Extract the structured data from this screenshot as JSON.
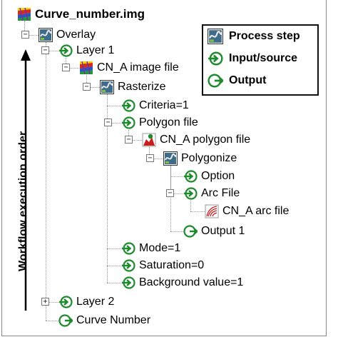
{
  "root": {
    "label": "Curve_number.img",
    "icon": "raster-file-icon"
  },
  "tree": [
    {
      "label": "Overlay",
      "icon": "process-step-icon",
      "toggle": "minus"
    },
    {
      "label": "Layer 1",
      "icon": "input-source-icon",
      "toggle": "minus"
    },
    {
      "label": "CN_A image file",
      "icon": "raster-file-icon",
      "toggle": "minus"
    },
    {
      "label": "Rasterize",
      "icon": "process-step-icon",
      "toggle": "minus"
    },
    {
      "label": "Criteria=1",
      "icon": "input-source-icon",
      "toggle": ""
    },
    {
      "label": "Polygon file",
      "icon": "input-source-icon",
      "toggle": "minus"
    },
    {
      "label": "CN_A polygon file",
      "icon": "polygon-file-icon",
      "toggle": "minus"
    },
    {
      "label": "Polygonize",
      "icon": "process-step-icon",
      "toggle": "minus"
    },
    {
      "label": "Option",
      "icon": "input-source-icon",
      "toggle": ""
    },
    {
      "label": "Arc File",
      "icon": "input-source-icon",
      "toggle": "minus"
    },
    {
      "label": "CN_A arc file",
      "icon": "arc-file-icon",
      "toggle": ""
    },
    {
      "label": "Output 1",
      "icon": "output-icon",
      "toggle": ""
    },
    {
      "label": "Mode=1",
      "icon": "input-source-icon",
      "toggle": ""
    },
    {
      "label": "Saturation=0",
      "icon": "input-source-icon",
      "toggle": ""
    },
    {
      "label": "Background value=1",
      "icon": "input-source-icon",
      "toggle": ""
    },
    {
      "label": "Layer 2",
      "icon": "input-source-icon",
      "toggle": "plus"
    },
    {
      "label": "Curve Number",
      "icon": "output-icon",
      "toggle": ""
    }
  ],
  "legend": [
    {
      "label": "Process step",
      "icon": "process-step-icon"
    },
    {
      "label": "Input/source",
      "icon": "input-source-icon"
    },
    {
      "label": "Output",
      "icon": "output-icon"
    }
  ],
  "axis_label": "Workflow execution order",
  "colors": {
    "input_green": "#1f8a2e",
    "output_green": "#1f8a2e",
    "text": "#000000"
  }
}
